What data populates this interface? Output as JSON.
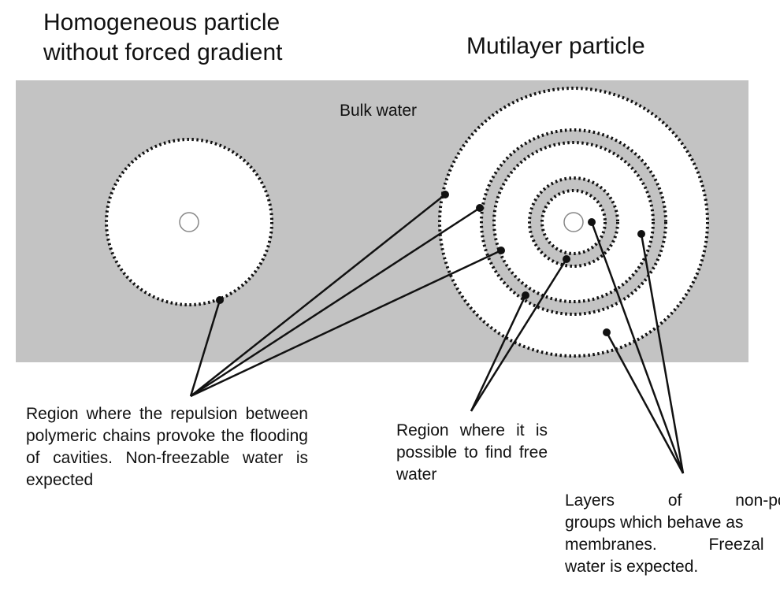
{
  "titles": {
    "left_line1": "Homogeneous particle",
    "left_line2": "without forced gradient",
    "right": "Mutilayer particle"
  },
  "labels": {
    "bulk_water": "Bulk water"
  },
  "captions": {
    "left": "Region where the repulsion between polymeric chains provoke the flooding of cavities. Non-freezable water is expected",
    "middle": "Region where it is possible to find free water",
    "right_line1": "Layers of non-po",
    "right_line2": "groups which behave as",
    "right_line3": "membranes. Freezal",
    "right_line4": "water is expected."
  },
  "colors": {
    "bulk_background": "#c3c3c3",
    "particle_fill": "#ffffff",
    "ink": "#111111"
  }
}
